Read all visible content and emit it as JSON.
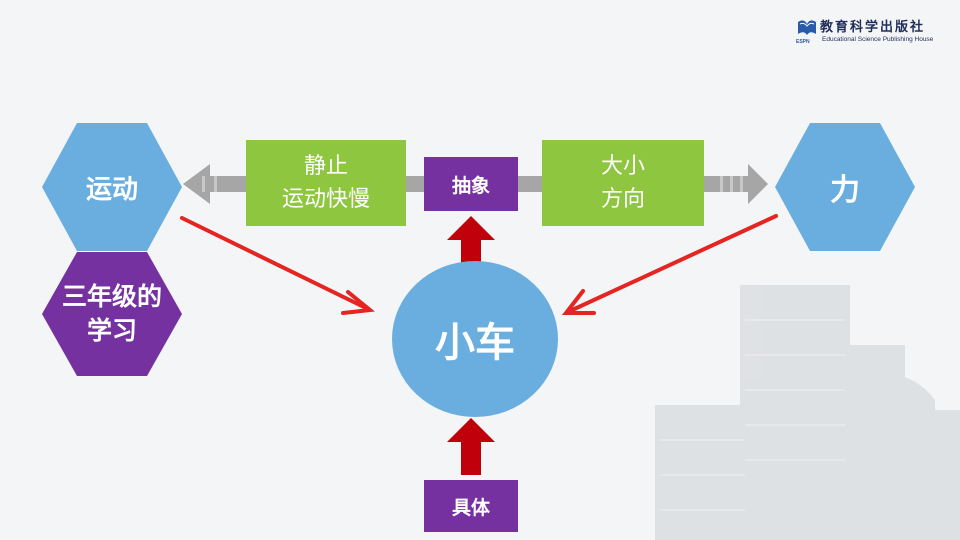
{
  "publisher": {
    "name_cn": "教育科学出版社",
    "name_en": "Educational Science Publishing House",
    "abbr": "ESPN"
  },
  "nodes": {
    "motion": "运动",
    "force": "力",
    "grade3": [
      "三年级的",
      "学习"
    ],
    "center": "小车",
    "abstract": "抽象",
    "concrete": "具体",
    "motion_props": [
      "静止",
      "运动快慢"
    ],
    "force_props": [
      "大小",
      "方向"
    ]
  },
  "colors": {
    "blue": "#6aaee0",
    "green": "#8ec63f",
    "purple": "#7531a0",
    "red_arrow": "#e52521",
    "dark_red_arrow": "#c0000b",
    "gray_arrow": "#a6a6a6"
  }
}
